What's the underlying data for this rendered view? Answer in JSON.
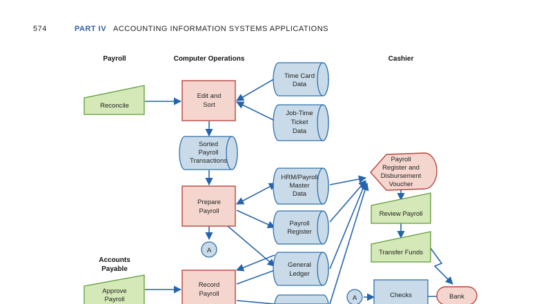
{
  "header": {
    "page_number": "574",
    "part": "PART IV",
    "section": "ACCOUNTING INFORMATION SYSTEMS APPLICATIONS"
  },
  "columns": {
    "payroll": "Payroll",
    "computer_ops": "Computer Operations",
    "cashier": "Cashier",
    "accounts_payable_1": "Accounts",
    "accounts_payable_2": "Payable"
  },
  "nodes": {
    "reconcile": "Reconcile",
    "edit_sort": [
      "Edit and",
      "Sort"
    ],
    "time_card": [
      "Time Card",
      "Data"
    ],
    "job_time": [
      "Job-Time",
      "Ticket",
      "Data"
    ],
    "sorted_payroll": [
      "Sorted",
      "Payroll",
      "Transactions"
    ],
    "prepare_payroll": [
      "Prepare",
      "Payroll"
    ],
    "hrm_payroll": [
      "HRM/Payroll",
      "Master",
      "Data"
    ],
    "payroll_register_db": [
      "Payroll",
      "Register"
    ],
    "general_ledger": [
      "General",
      "Ledger"
    ],
    "record_payroll": [
      "Record",
      "Payroll"
    ],
    "approve_payroll": [
      "Approve",
      "Payroll"
    ],
    "payroll_register_doc": [
      "Payroll",
      "Register and",
      "Disbursement",
      "Voucher"
    ],
    "review_payroll": "Review Payroll",
    "transfer_funds": "Transfer Funds",
    "checks": "Checks",
    "bank": "Bank",
    "connector_a1": "A",
    "connector_a2": "A"
  }
}
